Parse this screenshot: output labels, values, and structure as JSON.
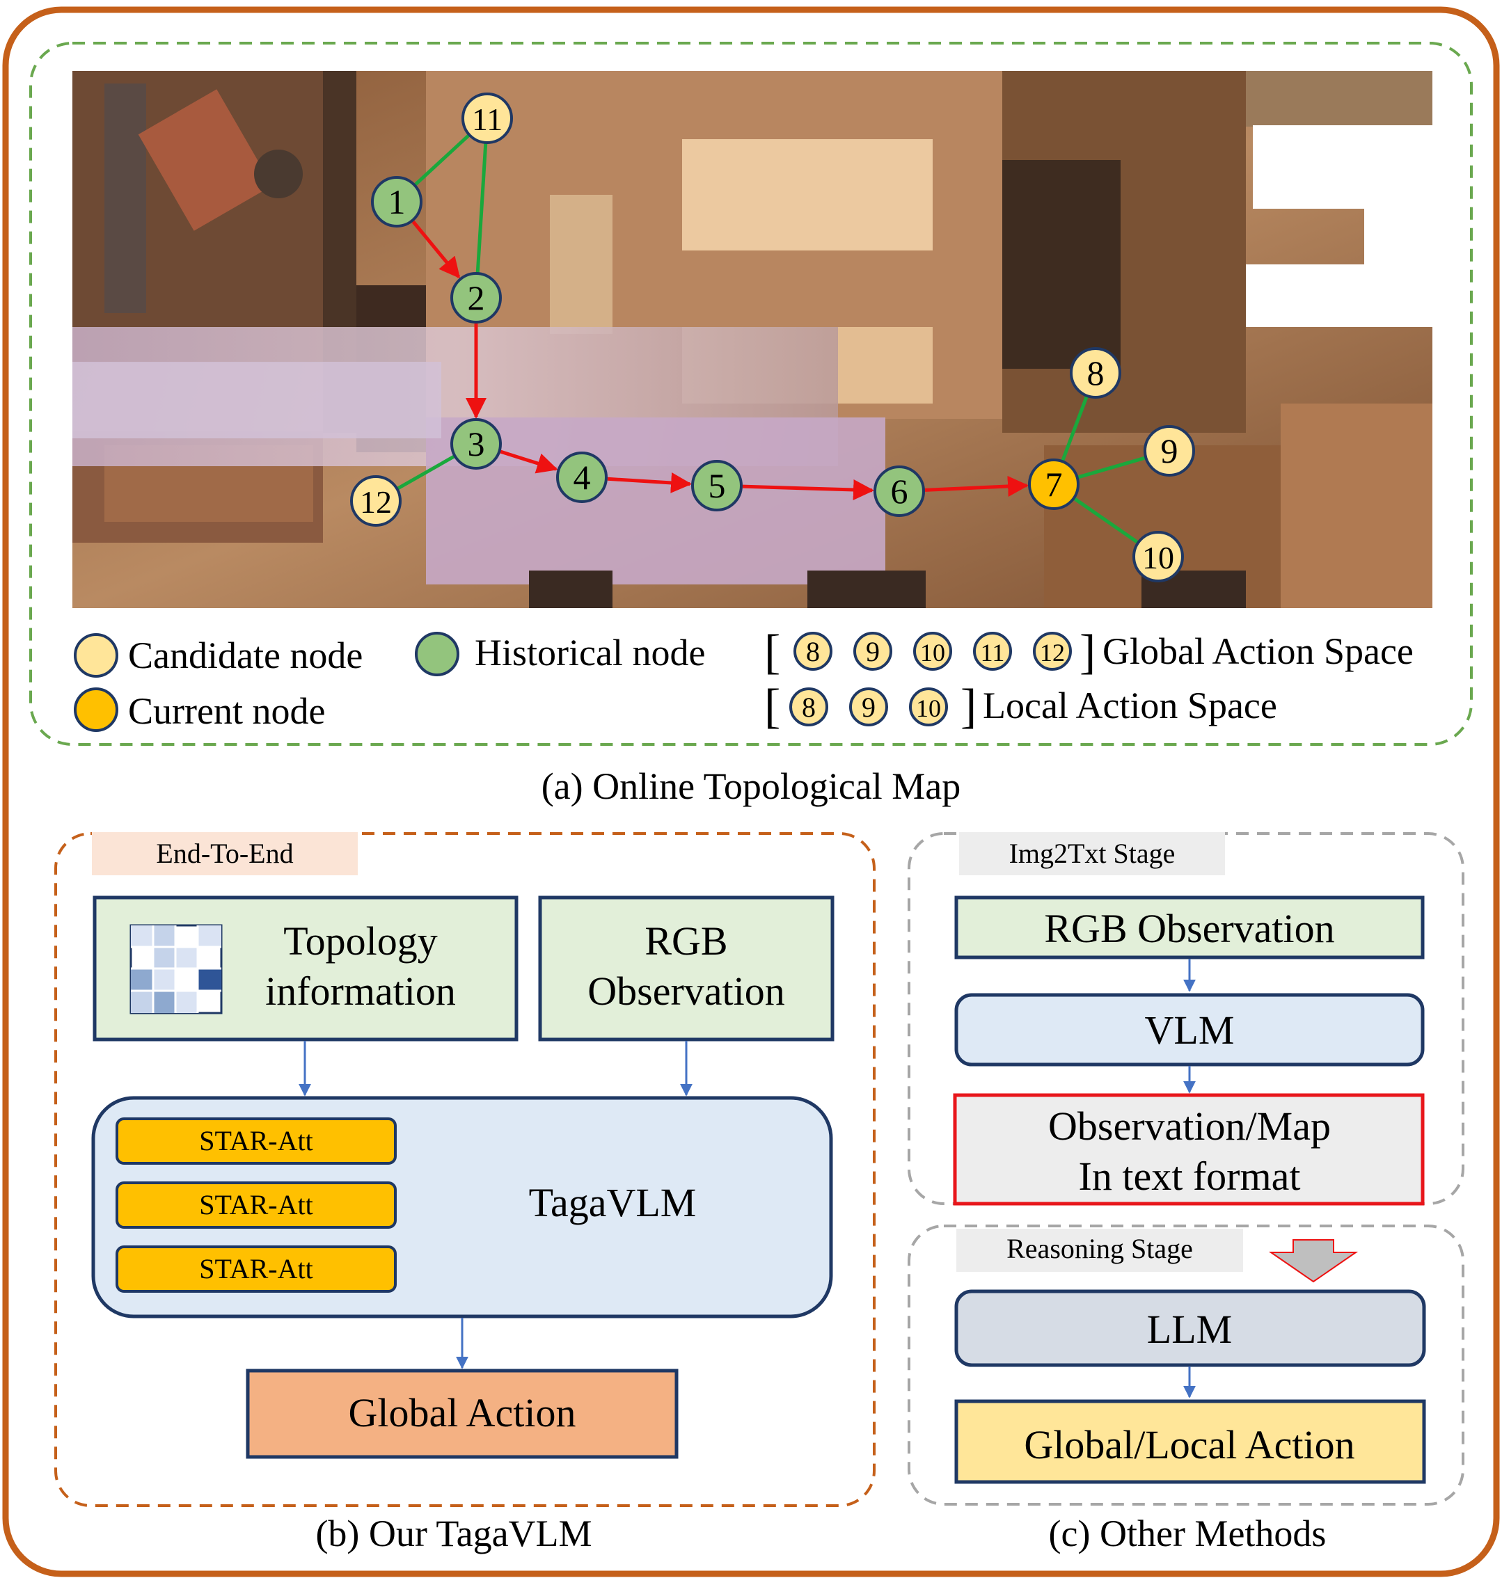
{
  "topo_map": {
    "nodes": [
      {
        "id": "1",
        "type": "historical"
      },
      {
        "id": "2",
        "type": "historical"
      },
      {
        "id": "3",
        "type": "historical"
      },
      {
        "id": "4",
        "type": "historical"
      },
      {
        "id": "5",
        "type": "historical"
      },
      {
        "id": "6",
        "type": "historical"
      },
      {
        "id": "7",
        "type": "current"
      },
      {
        "id": "8",
        "type": "candidate"
      },
      {
        "id": "9",
        "type": "candidate"
      },
      {
        "id": "10",
        "type": "candidate"
      },
      {
        "id": "11",
        "type": "candidate"
      },
      {
        "id": "12",
        "type": "candidate"
      }
    ],
    "path_edges": [
      [
        "1",
        "2"
      ],
      [
        "2",
        "3"
      ],
      [
        "3",
        "4"
      ],
      [
        "4",
        "5"
      ],
      [
        "5",
        "6"
      ],
      [
        "6",
        "7"
      ]
    ],
    "graph_edges": [
      [
        "1",
        "11"
      ],
      [
        "2",
        "11"
      ],
      [
        "3",
        "12"
      ],
      [
        "7",
        "8"
      ],
      [
        "7",
        "9"
      ],
      [
        "7",
        "10"
      ]
    ],
    "legend": {
      "candidate": "Candidate node",
      "historical": "Historical node",
      "current": "Current node"
    },
    "global_space_nodes": [
      "8",
      "9",
      "10",
      "11",
      "12"
    ],
    "global_space_label": "Global Action Space",
    "local_space_nodes": [
      "8",
      "9",
      "10"
    ],
    "local_space_label": "Local Action Space",
    "caption": "(a) Online Topological Map",
    "colors": {
      "historical": "#93c47d",
      "candidate": "#ffe599",
      "current": "#ffc000",
      "path_arrow": "#ee1111",
      "graph_edge": "#1aa83c"
    }
  },
  "ours": {
    "stage_label": "End-To-End",
    "topology_box": "Topology\ninformation",
    "rgb_box": "RGB\nObservation",
    "star_att": [
      "STAR-Att",
      "STAR-Att",
      "STAR-Att"
    ],
    "model": "TagaVLM",
    "output": "Global Action",
    "caption": "(b)  Our TagaVLM"
  },
  "others": {
    "stage1_label": "Img2Txt  Stage",
    "rgb_box": "RGB Observation",
    "vlm_box": "VLM",
    "text_box": "Observation/Map\nIn text format",
    "stage2_label": "Reasoning  Stage",
    "llm_box": "LLM",
    "output": "Global/Local Action",
    "caption": "(c)  Other Methods"
  }
}
